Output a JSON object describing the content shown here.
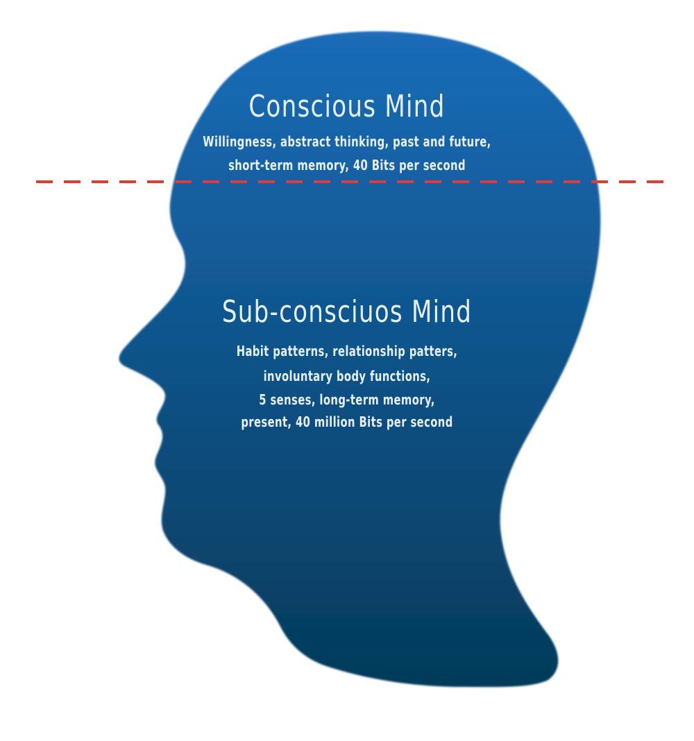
{
  "conscious": {
    "title": "Conscious Mind",
    "lines": [
      "Willingness, abstract thinking, past and future,",
      "short-term memory, 40 Bits per second"
    ]
  },
  "subconscious": {
    "title": "Sub-consciuos Mind",
    "lines": [
      "Habit patterns, relationship patters,",
      "involuntary body functions,",
      "5 senses, long-term memory,",
      "present, 40 million Bits per second"
    ]
  },
  "colors": {
    "head_top": "#1a6cb8",
    "head_bottom": "#043a59",
    "divider": "#e53935",
    "text": "#e8f1fb"
  }
}
